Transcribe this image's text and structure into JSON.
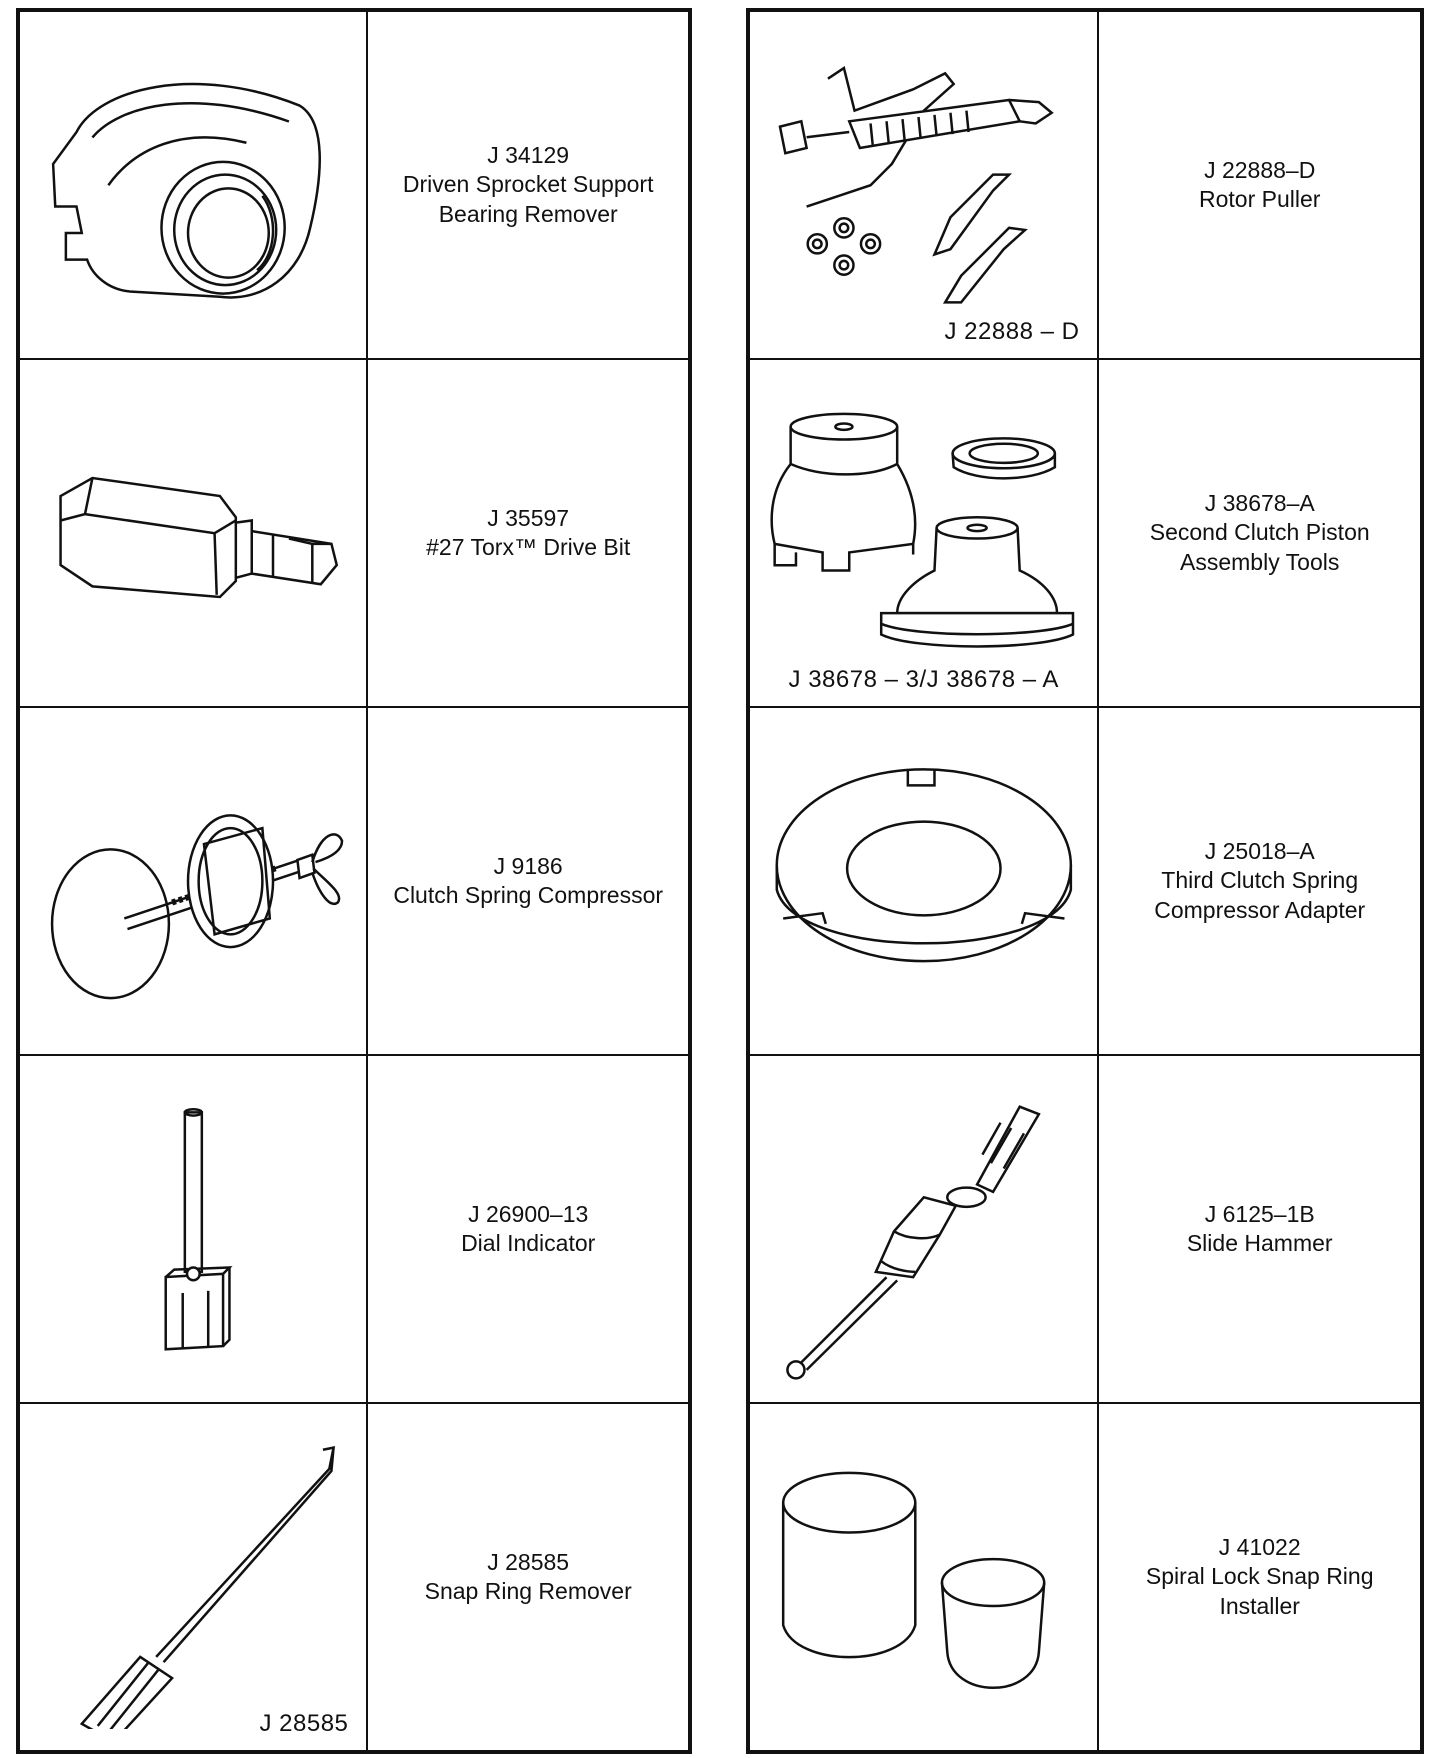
{
  "left_column": [
    {
      "part_number": "J 34129",
      "description_lines": [
        "Driven Sprocket Support",
        "Bearing Remover"
      ],
      "caption": "",
      "illustration": "bearing-remover-icon"
    },
    {
      "part_number": "J 35597",
      "description_lines": [
        "#27 Torx™ Drive Bit"
      ],
      "caption": "",
      "illustration": "drive-bit-icon"
    },
    {
      "part_number": "J 9186",
      "description_lines": [
        "Clutch Spring Compressor"
      ],
      "caption": "",
      "illustration": "spring-compressor-icon"
    },
    {
      "part_number": "J 26900–13",
      "description_lines": [
        "Dial Indicator"
      ],
      "caption": "",
      "illustration": "dial-indicator-icon"
    },
    {
      "part_number": "J 28585",
      "description_lines": [
        "Snap Ring Remover"
      ],
      "caption": "J 28585",
      "illustration": "snap-ring-remover-icon"
    }
  ],
  "right_column": [
    {
      "part_number": "J 22888–D",
      "description_lines": [
        "Rotor Puller"
      ],
      "caption": "J 22888 – D",
      "illustration": "rotor-puller-icon"
    },
    {
      "part_number": "J 38678–A",
      "description_lines": [
        "Second Clutch Piston",
        "Assembly Tools"
      ],
      "caption": "J 38678 – 3/J 38678 – A",
      "illustration": "piston-assembly-tools-icon"
    },
    {
      "part_number": "J 25018–A",
      "description_lines": [
        "Third Clutch Spring",
        "Compressor Adapter"
      ],
      "caption": "",
      "illustration": "compressor-adapter-icon"
    },
    {
      "part_number": "J 6125–1B",
      "description_lines": [
        "Slide Hammer"
      ],
      "caption": "",
      "illustration": "slide-hammer-icon"
    },
    {
      "part_number": "J 41022",
      "description_lines": [
        "Spiral Lock Snap Ring",
        "Installer"
      ],
      "caption": "",
      "illustration": "snap-ring-installer-icon"
    }
  ]
}
